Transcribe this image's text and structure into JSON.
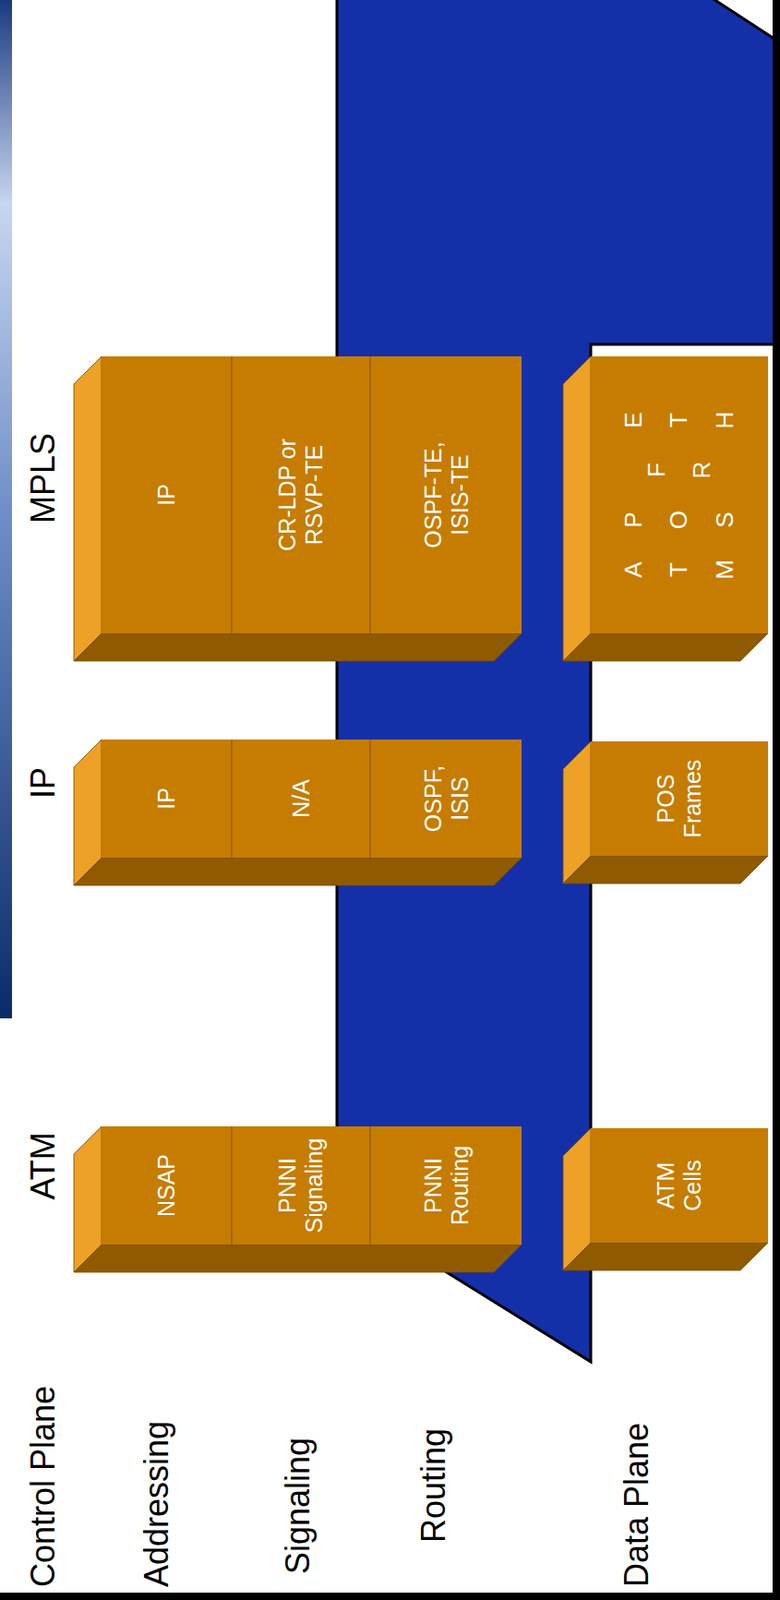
{
  "diagram": {
    "nodes": [
      {
        "text": [
          "NSAP",
          "PNNI Signaling",
          "PNNI Routing"
        ]
      },
      {
        "text": [
          "IP",
          "N/A",
          "OSPF, ISIS"
        ]
      },
      {
        "text": [
          "IP",
          "CR-LDP or RSVP-TE",
          "OSPF-TE, ISIS-TE"
        ]
      },
      {
        "text": [
          "ATM Cells"
        ]
      },
      {
        "text": [
          "POS Frames"
        ]
      },
      {
        "text": [
          "ATM",
          "POS",
          "FR",
          "ETH"
        ]
      }
    ],
    "labels": [
      "Control Plane",
      "ATM",
      "IP",
      "MPLS",
      "Addressing",
      "Signaling",
      "Routing",
      "Data Plane"
    ]
  }
}
